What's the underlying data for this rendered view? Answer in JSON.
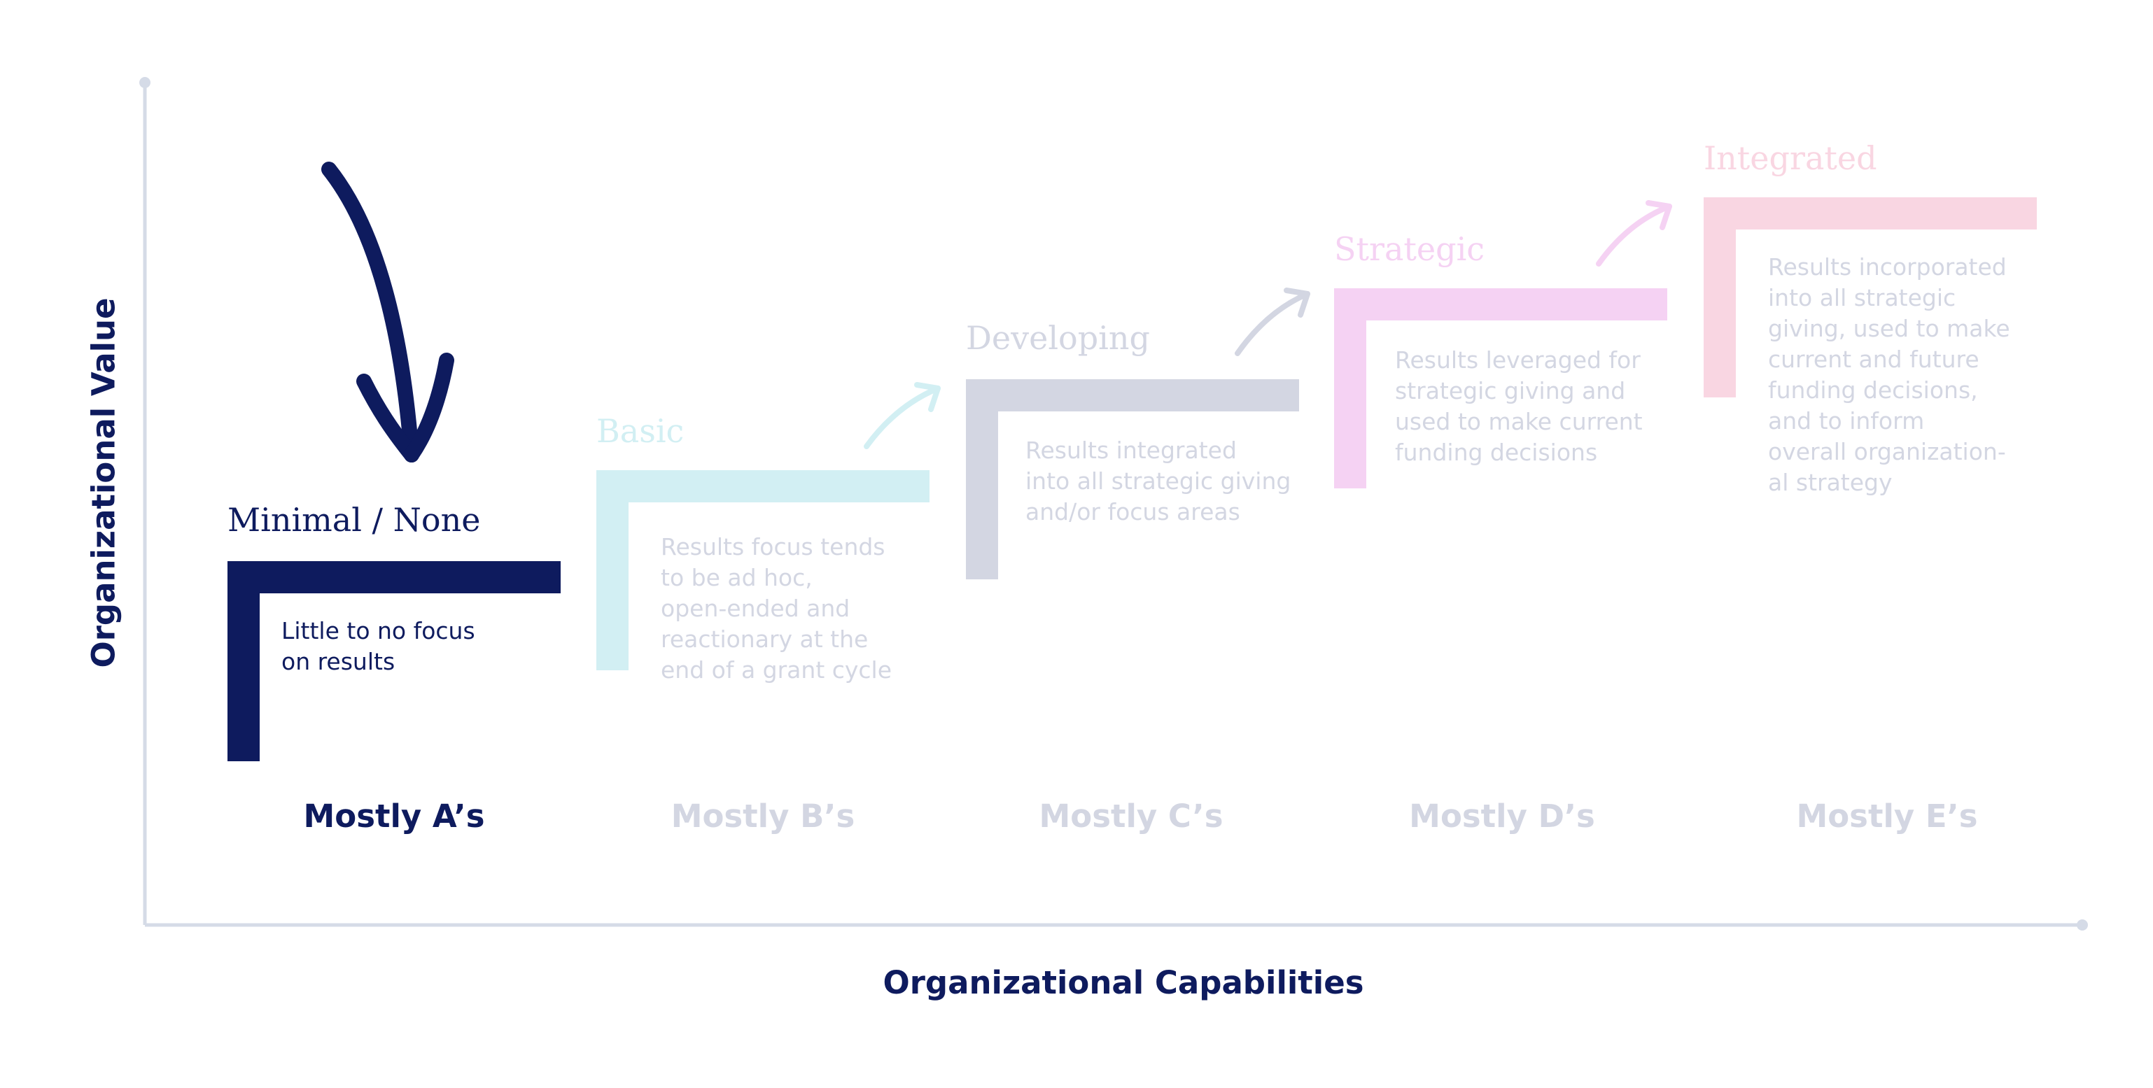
{
  "axes": {
    "x_label": "Organizational Capabilities",
    "y_label": "Organizational  Value"
  },
  "colors": {
    "navy": "#0e1b5e",
    "light_cyan": "#d2eff3",
    "gray": "#d3d6e2",
    "light_pink": "#f5d2f3",
    "pink": "#f9d6e2",
    "axis": "#d5dbe7"
  },
  "stages": [
    {
      "title": "Minimal / None",
      "description": "Little to no focus\non results",
      "grade": "Mostly A’s",
      "active": true
    },
    {
      "title": "Basic",
      "description": "Results focus tends\nto be ad hoc,\nopen-ended and\nreactionary at the\nend of a grant cycle",
      "grade": "Mostly B’s",
      "active": false
    },
    {
      "title": "Developing",
      "description": "Results integrated\ninto all strategic giving\nand/or focus areas",
      "grade": "Mostly C’s",
      "active": false
    },
    {
      "title": "Strategic",
      "description": "Results leveraged for\nstrategic giving and\nused to make current\nfunding decisions",
      "grade": "Mostly D’s",
      "active": false
    },
    {
      "title": "Integrated",
      "description": "Results incorporated\ninto all strategic\ngiving, used to make\ncurrent and future\nfunding decisions,\nand to inform\noverall organization-\nal strategy",
      "grade": "Mostly E’s",
      "active": false
    }
  ]
}
